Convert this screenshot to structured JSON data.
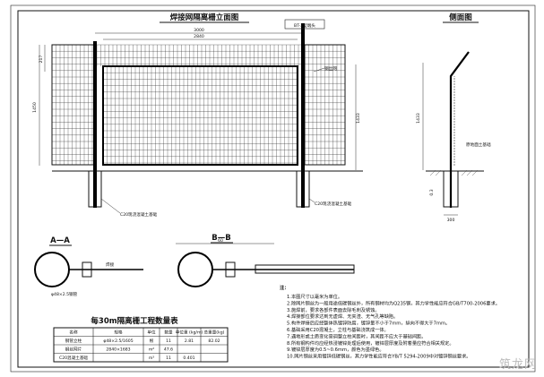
{
  "elevation": {
    "title": "焊接网隔离栅立面图",
    "dim_overall": "3000",
    "dim_panel": "2840",
    "dim_height": "1450",
    "dim_top": "217",
    "label_endcap": "BT-2型端头",
    "label_mesh": "钢丝网",
    "label_foundation": "C20现浇混凝土基础",
    "label_foundation2": "C20现浇混凝土基础"
  },
  "side": {
    "title": "侧面图",
    "dim_height": "1433",
    "dim_base": "300",
    "label_ground": "原地面土基础",
    "dim_depth": "0.3"
  },
  "section_aa": {
    "title": "A—A",
    "label_pipe": "φ48×2.5钢管",
    "label_weld": "焊接"
  },
  "section_bb": {
    "title": "B—B",
    "dim_width": "60"
  },
  "quantity_table": {
    "title": "每30m隔离栅工程数量表",
    "headers": [
      "名称",
      "规格",
      "单位",
      "数量",
      "单位重\n(kg/m)",
      "总重量(kg)"
    ],
    "rows": [
      [
        "钢管立柱",
        "φ48×2.5/1605",
        "根",
        "11",
        "2.81",
        "82.02"
      ],
      [
        "钢丝网片",
        "2840×1683",
        "m²",
        "47.6",
        "",
        ""
      ],
      [
        "C20混凝土基础",
        "",
        "m³",
        "11",
        "0.401",
        ""
      ]
    ]
  },
  "notes": {
    "heading": "注：",
    "items": [
      "1.本图尺寸以毫米为单位。",
      "2.除网片钢丝为一般用途低碳钢丝外，所有钢材均为Q235钢，其力学性能应符合GB/T700-2006要求。",
      "3.施焊前，要求各部件表面去除毛刺及锈蚀。",
      "4.焊接部位要求达到无虚焊、无夹渣、无气孔等缺陷。",
      "5.构件焊接后应经整体热镀锌防腐，镀锌量不小于7mm，纵向不得大于7mm。",
      "6.基础采用C20混凝土，立柱与基础浇筑成一体。",
      "7.遇地形或土质变化需调整立柱间距时，其间距不应大于基础间距。",
      "8.所有钢构件均应经热浸镀锌处理后使用，镀锌层厚度及附着量应符合相关规定。",
      "9.镀锌层厚度为0.5~0.6mm，颜色为墨绿色。",
      "10.网片钢丝采用镀锌低碳钢丝，其力学性能应符合YB/T 5294-2009中对镀锌钢丝要求。"
    ]
  },
  "watermark": "筑龙网"
}
